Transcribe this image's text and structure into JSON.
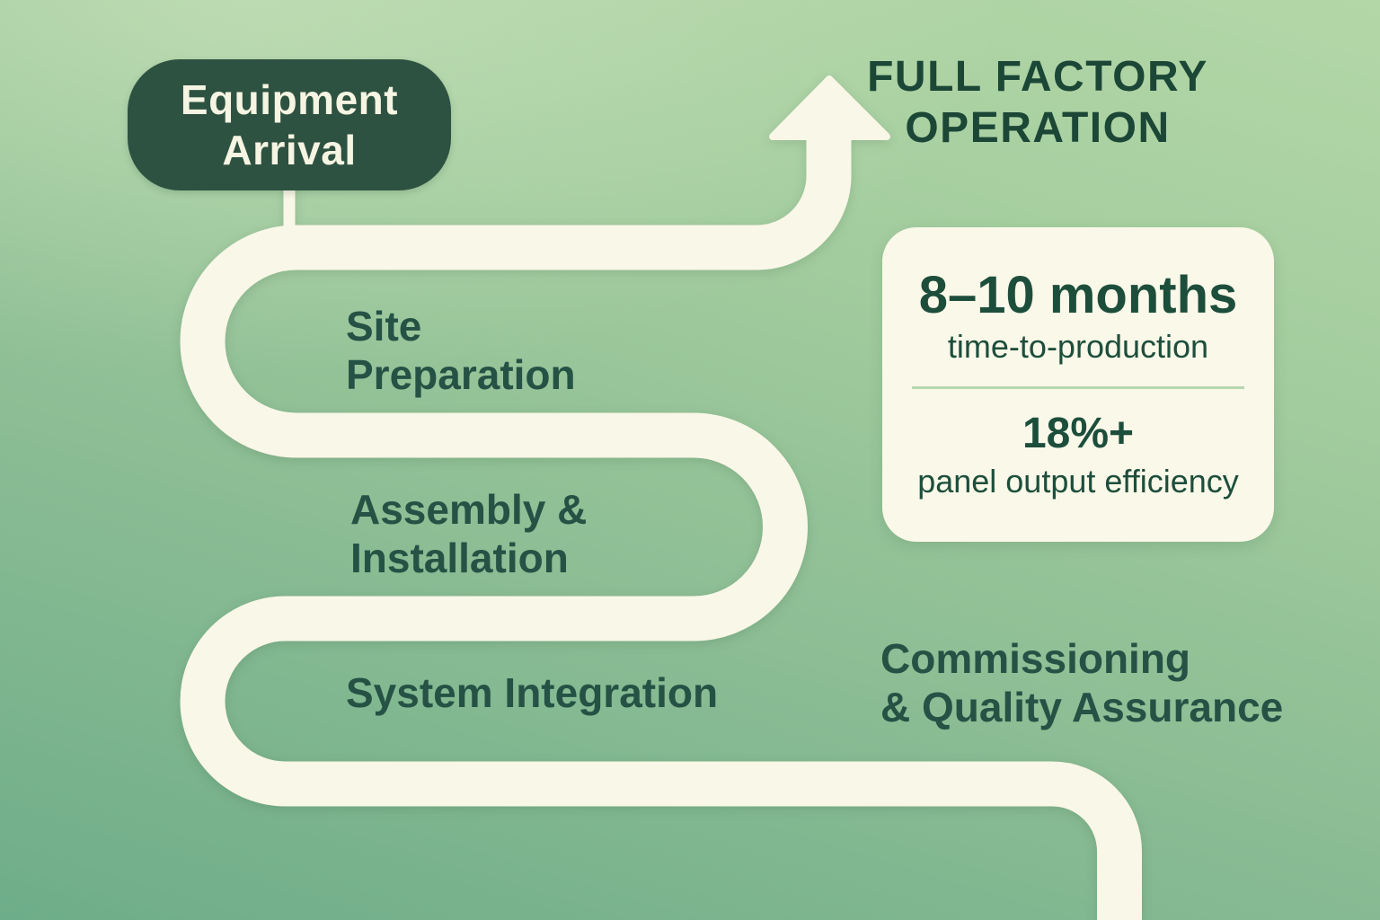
{
  "palette": {
    "background_top": "#b4d7a7",
    "background_bottom": "#6ead89",
    "path_cream": "#f9f7e7",
    "badge_background": "#2e5241",
    "badge_text": "#f6f4e2",
    "heading_text": "#1c4737",
    "step_text": "#255245",
    "card_background": "#faf8e8",
    "card_text": "#1d4e3c",
    "card_divider": "#b7d7b0"
  },
  "start_badge": {
    "line1": "Equipment",
    "line2": "Arrival"
  },
  "destination": {
    "line1": "FULL FACTORY",
    "line2": "OPERATION"
  },
  "steps": [
    {
      "id": "site-preparation",
      "line1": "Site",
      "line2": "Preparation"
    },
    {
      "id": "assembly-installation",
      "line1": "Assembly &",
      "line2": "Installation"
    },
    {
      "id": "system-integration",
      "line1": "System Integration",
      "line2": ""
    },
    {
      "id": "commissioning-qa",
      "line1": "Commissioning",
      "line2": "& Quality Assurance"
    }
  ],
  "stats_card": {
    "stat1_value": "8–10 months",
    "stat1_label": "time-to-production",
    "stat2_value": "18%+",
    "stat2_label": "panel output efficiency"
  }
}
